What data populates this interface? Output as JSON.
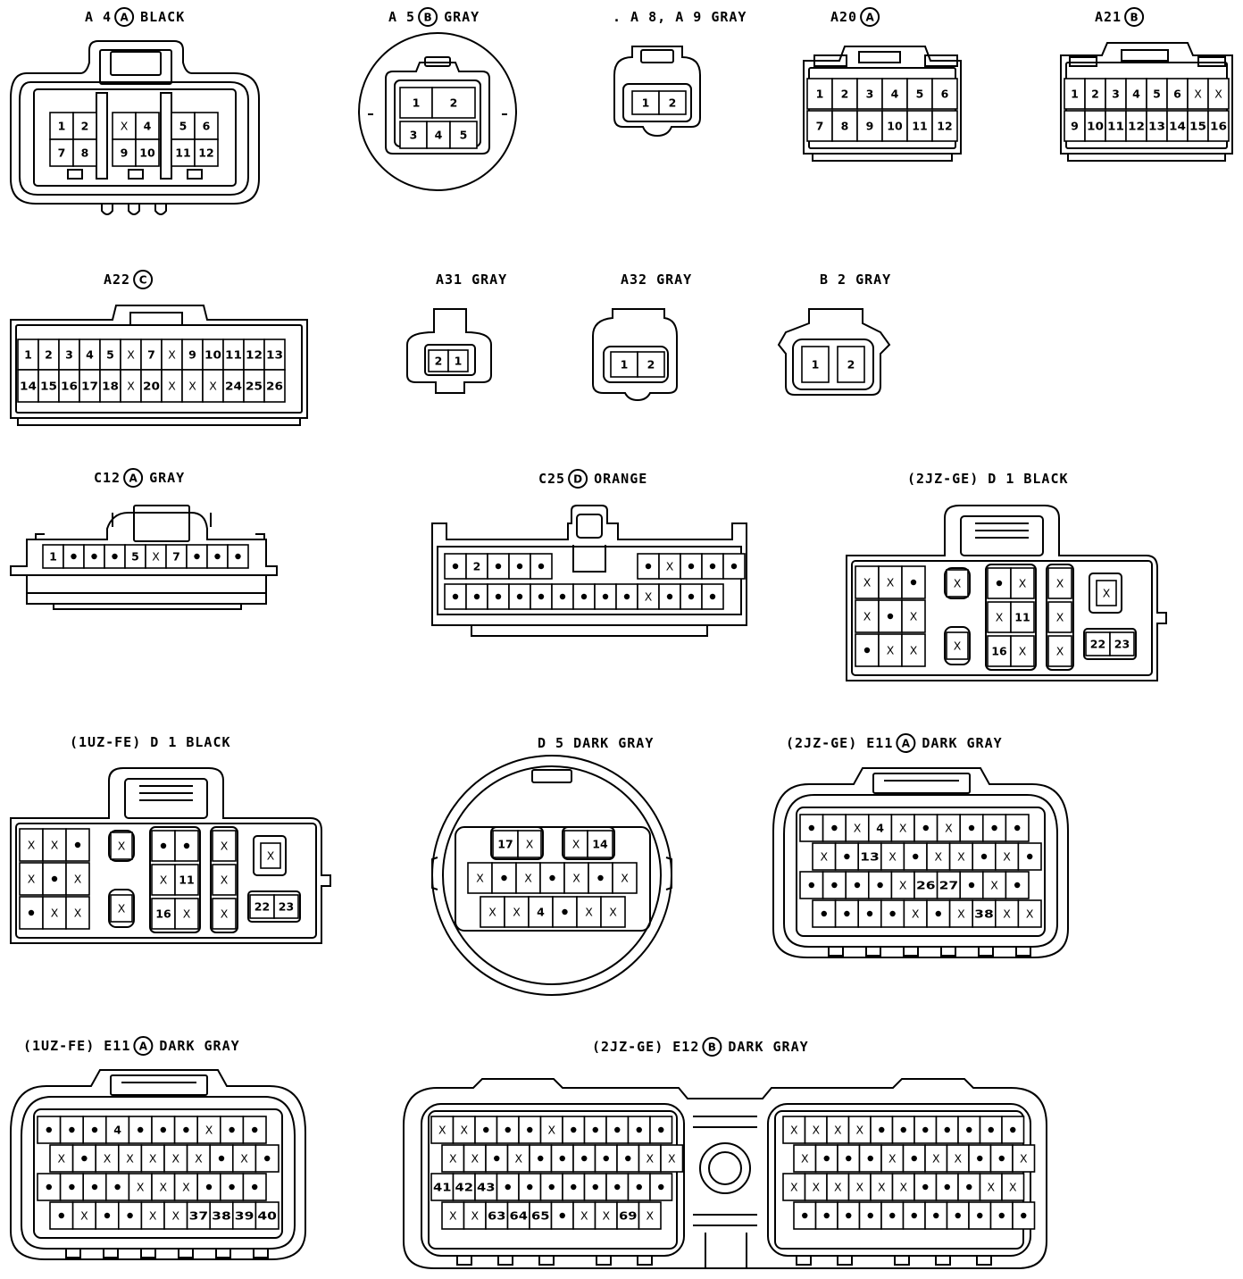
{
  "colors": {
    "ink": "#000000",
    "paper": "#ffffff"
  },
  "connectors": [
    {
      "id": "A4",
      "code": "A 4",
      "circle": "A",
      "color": "BLACK",
      "rows": [
        [
          "1",
          "2",
          "",
          "X",
          "4",
          "",
          "5",
          "6"
        ],
        [
          "7",
          "8",
          "",
          "9",
          "10",
          "",
          "11",
          "12"
        ]
      ]
    },
    {
      "id": "A5",
      "code": "A 5",
      "circle": "B",
      "color": "GRAY",
      "rows": [
        [
          "1",
          "2"
        ],
        [
          "3",
          "4",
          "5"
        ]
      ]
    },
    {
      "id": "A8A9",
      "code": ". A 8, A 9",
      "circle": "",
      "color": "GRAY",
      "rows": [
        [
          "1",
          "2"
        ]
      ]
    },
    {
      "id": "A20",
      "code": "A20",
      "circle": "A",
      "color": "",
      "rows": [
        [
          "1",
          "2",
          "3",
          "4",
          "5",
          "6"
        ],
        [
          "7",
          "8",
          "9",
          "10",
          "11",
          "12"
        ]
      ]
    },
    {
      "id": "A21",
      "code": "A21",
      "circle": "B",
      "color": "",
      "rows": [
        [
          "1",
          "2",
          "3",
          "4",
          "5",
          "6",
          "X",
          "X"
        ],
        [
          "9",
          "10",
          "11",
          "12",
          "13",
          "14",
          "15",
          "16"
        ]
      ]
    },
    {
      "id": "A22",
      "code": "A22",
      "circle": "C",
      "color": "",
      "rows": [
        [
          "1",
          "2",
          "3",
          "4",
          "5",
          "X",
          "7",
          "X",
          "9",
          "10",
          "11",
          "12",
          "13"
        ],
        [
          "14",
          "15",
          "16",
          "17",
          "18",
          "X",
          "20",
          "X",
          "X",
          "X",
          "24",
          "25",
          "26"
        ]
      ]
    },
    {
      "id": "A31",
      "code": "A31",
      "circle": "",
      "color": "GRAY",
      "rows": [
        [
          "2",
          "1"
        ]
      ]
    },
    {
      "id": "A32",
      "code": "A32",
      "circle": "",
      "color": "GRAY",
      "rows": [
        [
          "1",
          "2"
        ]
      ]
    },
    {
      "id": "B2",
      "code": "B 2",
      "circle": "",
      "color": "GRAY",
      "rows": [
        [
          "1",
          "2"
        ]
      ]
    },
    {
      "id": "C12",
      "code": "C12",
      "circle": "A",
      "color": "GRAY",
      "rows": [
        [
          "1",
          "•",
          "•",
          "•",
          "5",
          "X",
          "7",
          "•",
          "•",
          "•"
        ]
      ]
    },
    {
      "id": "C25",
      "code": "C25",
      "circle": "D",
      "color": "ORANGE",
      "rows": [
        [
          "•",
          "2",
          "•",
          "•",
          "•",
          "",
          "•",
          "X",
          "•",
          "•",
          "•"
        ],
        [
          "•",
          "•",
          "•",
          "•",
          "•",
          "•",
          "•",
          "•",
          "•",
          "X",
          "•",
          "•",
          "•"
        ]
      ]
    },
    {
      "id": "D1_2JZ",
      "code": "(2JZ-GE) D 1",
      "circle": "",
      "color": "BLACK",
      "blocks": [
        [
          [
            "X",
            "X",
            "•"
          ],
          [
            "X",
            "•",
            "X"
          ],
          [
            "•",
            "X",
            "X"
          ]
        ],
        [
          [
            "X"
          ],
          [
            "X"
          ]
        ],
        [
          [
            "•",
            "X"
          ],
          [
            "X",
            "11"
          ],
          [
            "16",
            "X"
          ]
        ],
        [
          [
            "X"
          ],
          [
            "X"
          ],
          [
            "X"
          ]
        ],
        [
          [
            "X"
          ],
          [
            "22",
            "23"
          ]
        ]
      ]
    },
    {
      "id": "D1_1UZ",
      "code": "(1UZ-FE) D 1",
      "circle": "",
      "color": "BLACK",
      "blocks": [
        [
          [
            "X",
            "X",
            "•"
          ],
          [
            "X",
            "•",
            "X"
          ],
          [
            "•",
            "X",
            "X"
          ]
        ],
        [
          [
            "X"
          ],
          [
            "X"
          ]
        ],
        [
          [
            "•",
            "•"
          ],
          [
            "X",
            "11"
          ],
          [
            "16",
            "X"
          ]
        ],
        [
          [
            "X"
          ],
          [
            "X"
          ],
          [
            "X"
          ]
        ],
        [
          [
            "X"
          ],
          [
            "22",
            "23"
          ]
        ]
      ]
    },
    {
      "id": "D5",
      "code": "D 5",
      "circle": "",
      "color": "DARK GRAY",
      "rows": [
        [
          "17",
          "X",
          "",
          "X",
          "14"
        ],
        [
          "X",
          "•",
          "X",
          "•",
          "X",
          "•",
          "X"
        ],
        [
          "X",
          "X",
          "4",
          "•",
          "X",
          "X"
        ]
      ]
    },
    {
      "id": "E11_2JZ",
      "code": "(2JZ-GE) E11",
      "circle": "A",
      "color": "DARK GRAY",
      "rows": [
        [
          "•",
          "•",
          "X",
          "4",
          "X",
          "•",
          "X",
          "•",
          "•",
          "•"
        ],
        [
          "X",
          "•",
          "13",
          "X",
          "•",
          "X",
          "X",
          "•",
          "X",
          "•"
        ],
        [
          "•",
          "•",
          "•",
          "•",
          "X",
          "26",
          "27",
          "•",
          "X",
          "•"
        ],
        [
          "•",
          "•",
          "•",
          "•",
          "X",
          "•",
          "X",
          "38",
          "X",
          "X"
        ]
      ]
    },
    {
      "id": "E11_1UZ",
      "code": "(1UZ-FE) E11",
      "circle": "A",
      "color": "DARK GRAY",
      "rows": [
        [
          "•",
          "•",
          "•",
          "4",
          "•",
          "•",
          "•",
          "X",
          "•",
          "•"
        ],
        [
          "X",
          "•",
          "X",
          "X",
          "X",
          "X",
          "X",
          "•",
          "X",
          "•"
        ],
        [
          "•",
          "•",
          "•",
          "•",
          "X",
          "X",
          "X",
          "•",
          "•",
          "•"
        ],
        [
          "•",
          "X",
          "•",
          "•",
          "X",
          "X",
          "37",
          "38",
          "39",
          "40"
        ]
      ]
    },
    {
      "id": "E12_2JZ",
      "code": "(2JZ-GE) E12",
      "circle": "B",
      "color": "DARK GRAY",
      "left_rows": [
        [
          "X",
          "X",
          "•",
          "•",
          "•",
          "X",
          "•",
          "•",
          "•",
          "•",
          "•"
        ],
        [
          "X",
          "X",
          "•",
          "X",
          "•",
          "•",
          "•",
          "•",
          "•",
          "X",
          "X"
        ],
        [
          "41",
          "42",
          "43",
          "•",
          "•",
          "•",
          "•",
          "•",
          "•",
          "•",
          "•"
        ],
        [
          "X",
          "X",
          "63",
          "64",
          "65",
          "•",
          "X",
          "X",
          "69",
          "X"
        ]
      ],
      "right_rows": [
        [
          "X",
          "X",
          "X",
          "X",
          "•",
          "•",
          "•",
          "•",
          "•",
          "•",
          "•"
        ],
        [
          "X",
          "•",
          "•",
          "•",
          "X",
          "•",
          "X",
          "X",
          "•",
          "•",
          "X"
        ],
        [
          "X",
          "X",
          "X",
          "X",
          "X",
          "X",
          "•",
          "•",
          "•",
          "X",
          "X"
        ],
        [
          "•",
          "•",
          "•",
          "•",
          "•",
          "•",
          "•",
          "•",
          "•",
          "•",
          "•"
        ]
      ]
    }
  ]
}
